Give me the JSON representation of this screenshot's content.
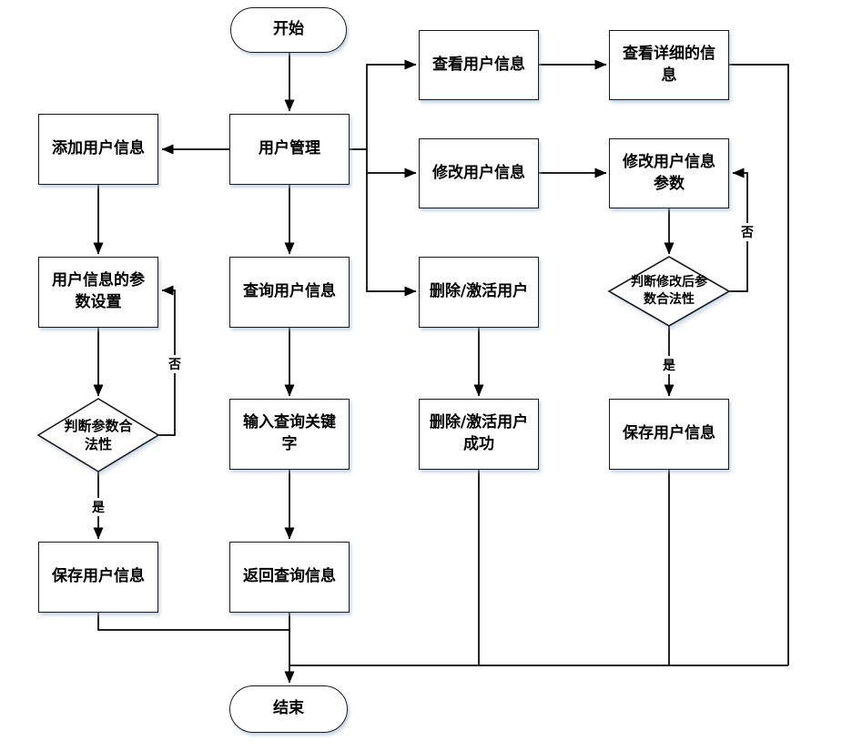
{
  "diagram": {
    "nodes": {
      "start": {
        "label": "开始",
        "shape": "terminator"
      },
      "user_mgmt": {
        "label": "用户管理",
        "shape": "process"
      },
      "add_user": {
        "label": "添加用户信息",
        "shape": "process"
      },
      "param_setting": {
        "label": "用户信息的参数设置",
        "shape": "process"
      },
      "check_param": {
        "label": "判断参数合法性",
        "shape": "decision"
      },
      "save_user_left": {
        "label": "保存用户信息",
        "shape": "process"
      },
      "query_user": {
        "label": "查询用户信息",
        "shape": "process"
      },
      "input_keyword": {
        "label": "输入查询关键字",
        "shape": "process"
      },
      "return_query": {
        "label": "返回查询信息",
        "shape": "process"
      },
      "view_user": {
        "label": "查看用户信息",
        "shape": "process"
      },
      "view_detail": {
        "label": "查看详细的信息",
        "shape": "process"
      },
      "modify_user": {
        "label": "修改用户信息",
        "shape": "process"
      },
      "modify_param": {
        "label": "修改用户信息参数",
        "shape": "process"
      },
      "check_modified": {
        "label": "判断修改后参数合法性",
        "shape": "decision"
      },
      "save_user_right": {
        "label": "保存用户信息",
        "shape": "process"
      },
      "end": {
        "label": "结束",
        "shape": "terminator"
      }
    },
    "edge_labels": {
      "check_param_yes": "是",
      "check_param_no": "否",
      "check_modified_yes": "是",
      "check_modified_no": "否"
    },
    "edges": [
      {
        "from": "start",
        "to": "user_mgmt"
      },
      {
        "from": "user_mgmt",
        "to": "add_user"
      },
      {
        "from": "user_mgmt",
        "to": "query_user"
      },
      {
        "from": "user_mgmt",
        "to": "view_user"
      },
      {
        "from": "user_mgmt",
        "to": "modify_user"
      },
      {
        "from": "user_mgmt",
        "to": "delete_user"
      },
      {
        "from": "add_user",
        "to": "param_setting"
      },
      {
        "from": "param_setting",
        "to": "check_param"
      },
      {
        "from": "check_param",
        "to": "save_user_left",
        "label": "是"
      },
      {
        "from": "check_param",
        "to": "param_setting",
        "label": "否"
      },
      {
        "from": "query_user",
        "to": "input_keyword"
      },
      {
        "from": "input_keyword",
        "to": "return_query"
      },
      {
        "from": "view_user",
        "to": "view_detail"
      },
      {
        "from": "modify_user",
        "to": "modify_param"
      },
      {
        "from": "modify_param",
        "to": "check_modified"
      },
      {
        "from": "check_modified",
        "to": "save_user_right",
        "label": "是"
      },
      {
        "from": "check_modified",
        "to": "modify_param",
        "label": "否"
      },
      {
        "from": "delete_user",
        "to": "delete_success"
      },
      {
        "from": "save_user_left",
        "to": "end"
      },
      {
        "from": "return_query",
        "to": "end"
      },
      {
        "from": "delete_success",
        "to": "end"
      },
      {
        "from": "save_user_right",
        "to": "end"
      },
      {
        "from": "view_detail",
        "to": "end"
      }
    ],
    "extra_nodes": {
      "delete_user": {
        "label": "删除/激活用户",
        "shape": "process"
      },
      "delete_success": {
        "label": "删除/激活用户成功",
        "shape": "process"
      }
    },
    "colors": {
      "line": "#000000",
      "node_border": "#1b1b1b",
      "node_fill": "#ffffff",
      "shadow": "#99b4d1"
    }
  }
}
